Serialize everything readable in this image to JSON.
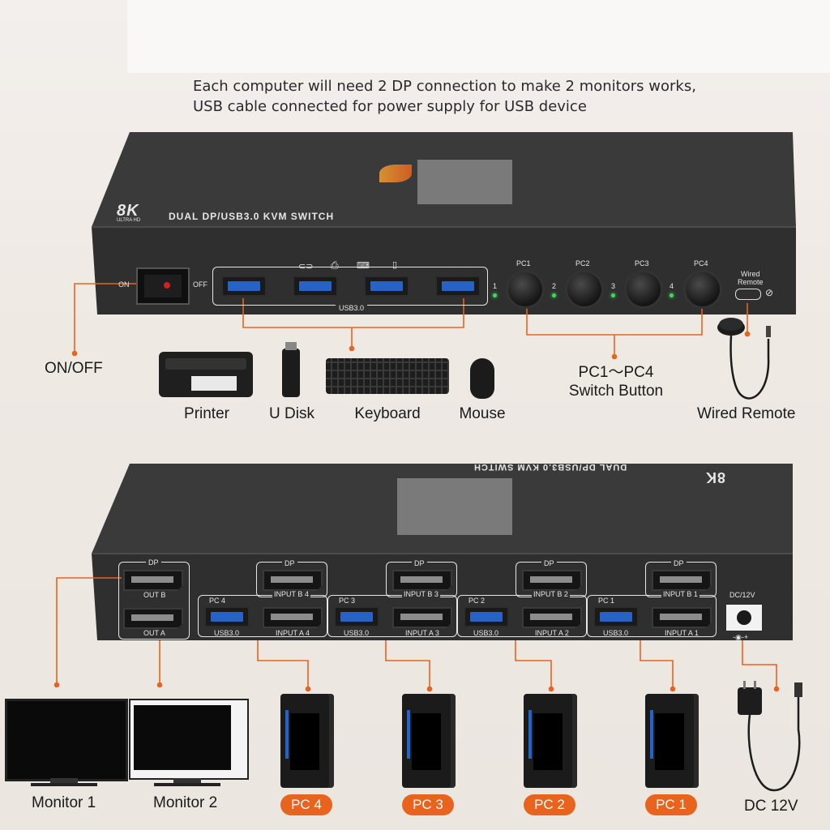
{
  "intro": {
    "line1": "Each computer will need 2 DP connection to make 2 monitors works,",
    "line2": "USB cable connected for power supply for USB device"
  },
  "front_panel": {
    "badge_8k": "8K",
    "badge_sub": "ULTRA HD",
    "model": "DUAL DP/USB3.0 KVM SWITCH",
    "switch_on": "ON",
    "switch_off": "OFF",
    "usb_label": "USB3.0",
    "led_numbers": [
      "1",
      "2",
      "3",
      "4"
    ],
    "pc_buttons": [
      "PC1",
      "PC2",
      "PC3",
      "PC4"
    ],
    "wired_remote_port_line1": "Wired",
    "wired_remote_port_line2": "Remote"
  },
  "callouts": {
    "on_off": "ON/OFF",
    "printer": "Printer",
    "udisk": "U Disk",
    "keyboard": "Keyboard",
    "mouse": "Mouse",
    "switch_line1": "PC1～PC4",
    "switch_line2": "Switch Button",
    "wired_remote": "Wired Remote"
  },
  "rear_panel": {
    "badge_8k": "8K",
    "model": "DUAL DP/USB3.0 KVM SWITCH",
    "dc_label": "DC/12V",
    "out_dp": "DP",
    "out_b": "OUT B",
    "out_a": "OUT A",
    "groups": [
      {
        "pc": "PC 4",
        "dp": "DP",
        "in_b": "INPUT B 4",
        "usb": "USB3.0",
        "in_a": "INPUT A 4"
      },
      {
        "pc": "PC 3",
        "dp": "DP",
        "in_b": "INPUT B 3",
        "usb": "USB3.0",
        "in_a": "INPUT A 3"
      },
      {
        "pc": "PC 2",
        "dp": "DP",
        "in_b": "INPUT B 2",
        "usb": "USB3.0",
        "in_a": "INPUT A 2"
      },
      {
        "pc": "PC 1",
        "dp": "DP",
        "in_b": "INPUT B 1",
        "usb": "USB3.0",
        "in_a": "INPUT A 1"
      }
    ]
  },
  "bottom_labels": {
    "monitor1": "Monitor 1",
    "monitor2": "Monitor 2",
    "pcs": [
      "PC 4",
      "PC 3",
      "PC 2",
      "PC 1"
    ],
    "dc": "DC 12V"
  },
  "colors": {
    "accent": "#e8641e",
    "device_body": "#2e2e2e",
    "usb_blue": "#2563c9",
    "led_green": "#3ddc5a"
  }
}
